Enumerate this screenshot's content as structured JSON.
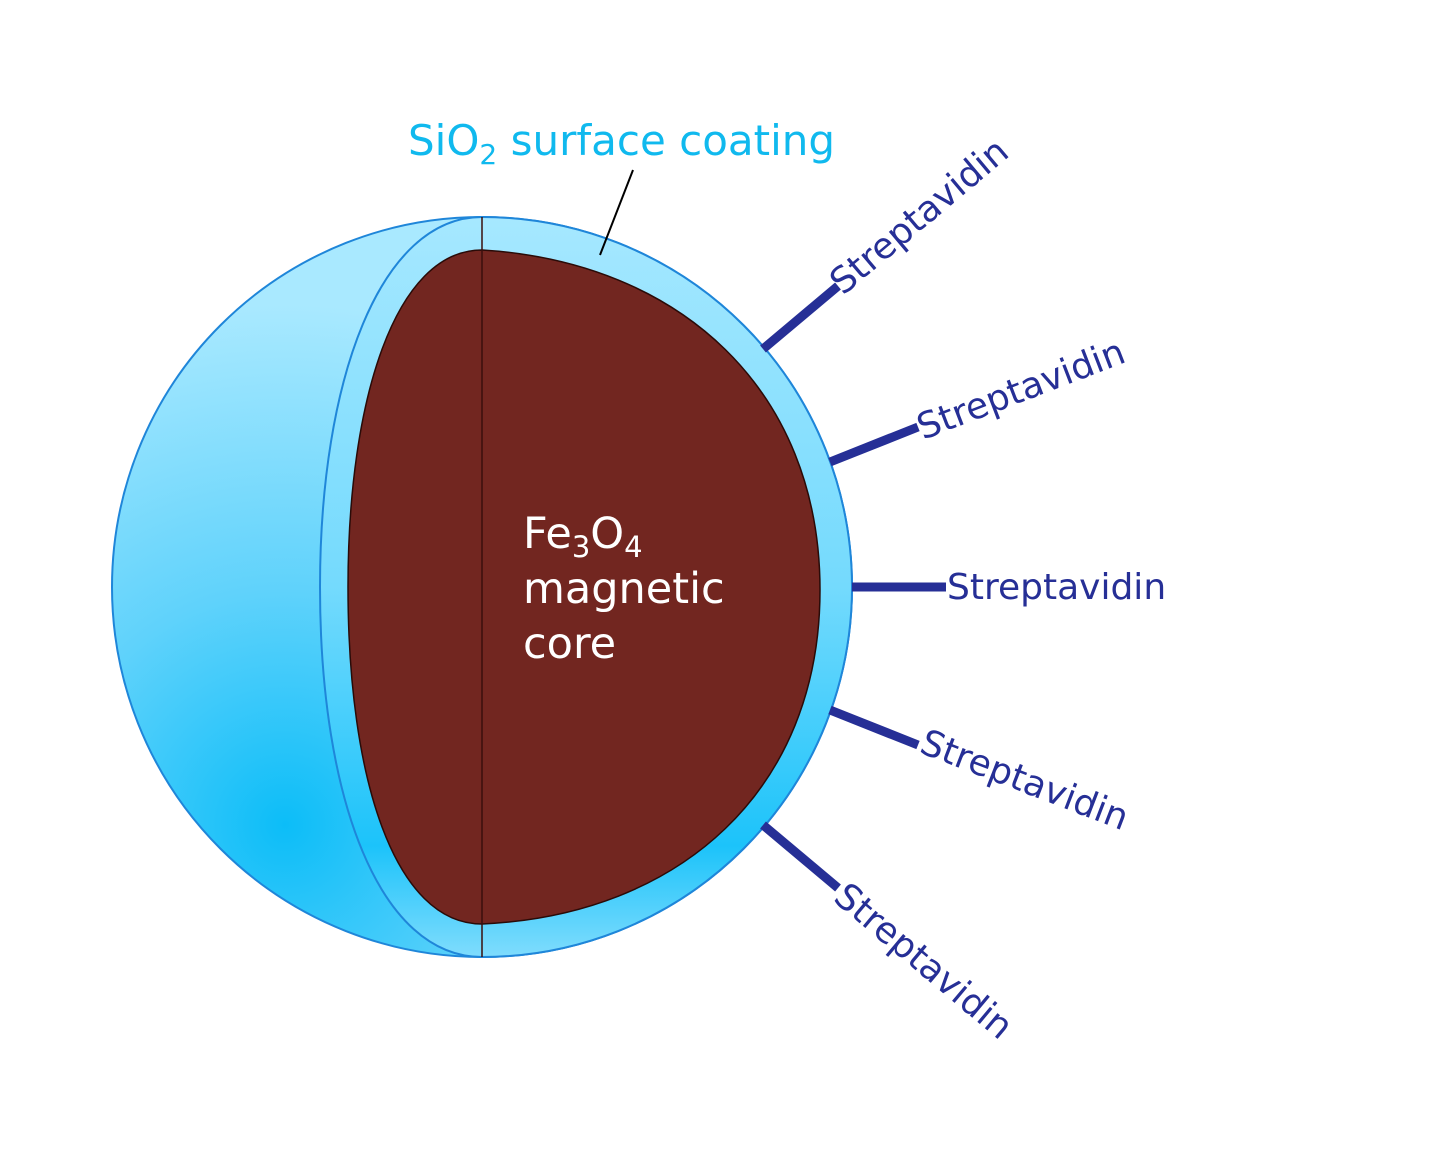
{
  "colors": {
    "coating_light": "#9be6ff",
    "coating_mid": "#5ad0fb",
    "coating_deep": "#14c1fa",
    "coating_edge": "#1f86d9",
    "core": "#722620",
    "core_line": "#3a0f0c",
    "linker": "#262f96",
    "coating_label": "#10b9ee",
    "core_label": "#ffffff",
    "leader_line": "#000000"
  },
  "coating_label": {
    "prefix": "SiO",
    "subscript": "2",
    "suffix": " surface coating"
  },
  "core_label": {
    "line1": {
      "a": "Fe",
      "sub1": "3",
      "b": "O",
      "sub2": "4"
    },
    "line2": "magnetic",
    "line3": "core"
  },
  "linkers": [
    {
      "label": "Streptavidin"
    },
    {
      "label": "Streptavidin"
    },
    {
      "label": "Streptavidin"
    },
    {
      "label": "Streptavidin"
    },
    {
      "label": "Streptavidin"
    }
  ]
}
